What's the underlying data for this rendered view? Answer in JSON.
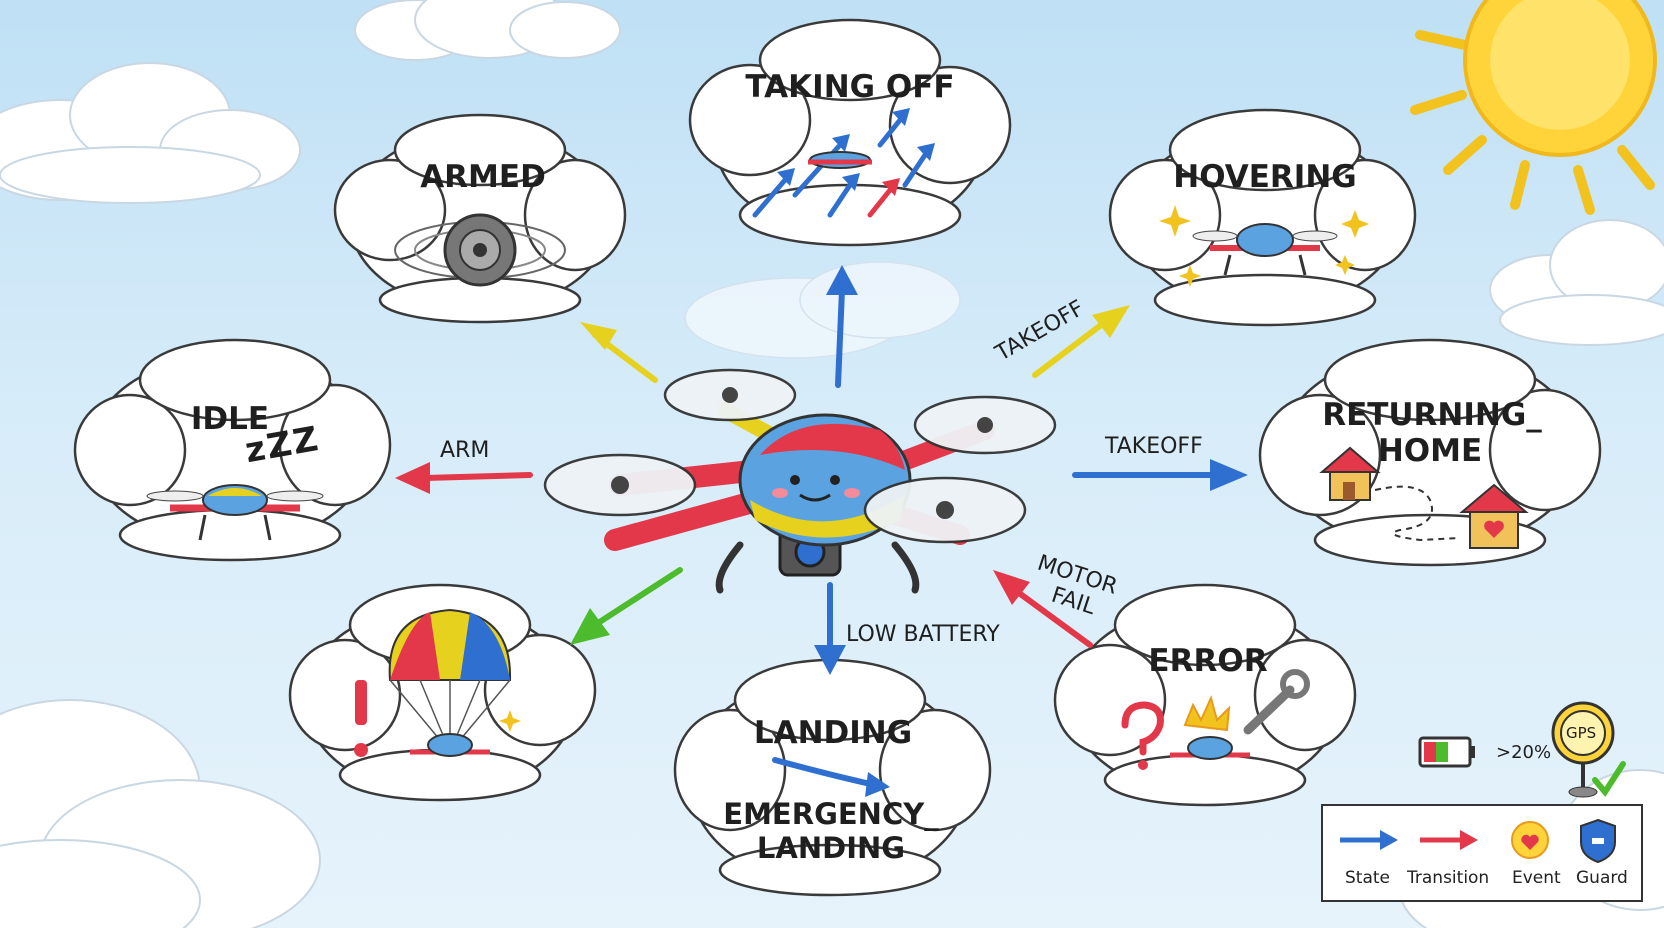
{
  "states": {
    "taking_off": "TAKING OFF",
    "armed": "ARMED",
    "hovering": "HOVERING",
    "idle": "IDLE",
    "returning_home": [
      "RETURNING_",
      "HOME"
    ],
    "error": "ERROR",
    "landing": "LANDING",
    "emergency_landing": [
      "EMERGENCY_",
      "LANDING"
    ]
  },
  "idle_sleep_text": "zZZ",
  "transitions": {
    "arm": "ARM",
    "takeoff_diagonal": "TAKEOFF",
    "takeoff_right": "TAKEOFF",
    "motor_fail": [
      "MOTOR",
      "FAIL"
    ],
    "low_battery": "LOW BATTERY"
  },
  "guard": {
    "gps_label": "GPS",
    "battery_label": ">20%"
  },
  "legend": {
    "state": "State",
    "transition": "Transition",
    "event": "Event",
    "guard": "Guard"
  },
  "colors": {
    "blue": "#2f6fd0",
    "red": "#e2384a",
    "yellow": "#e6d21e",
    "green": "#4cbb2c",
    "sun": "#ffd43a",
    "drone_body": "#5aa3e0"
  }
}
